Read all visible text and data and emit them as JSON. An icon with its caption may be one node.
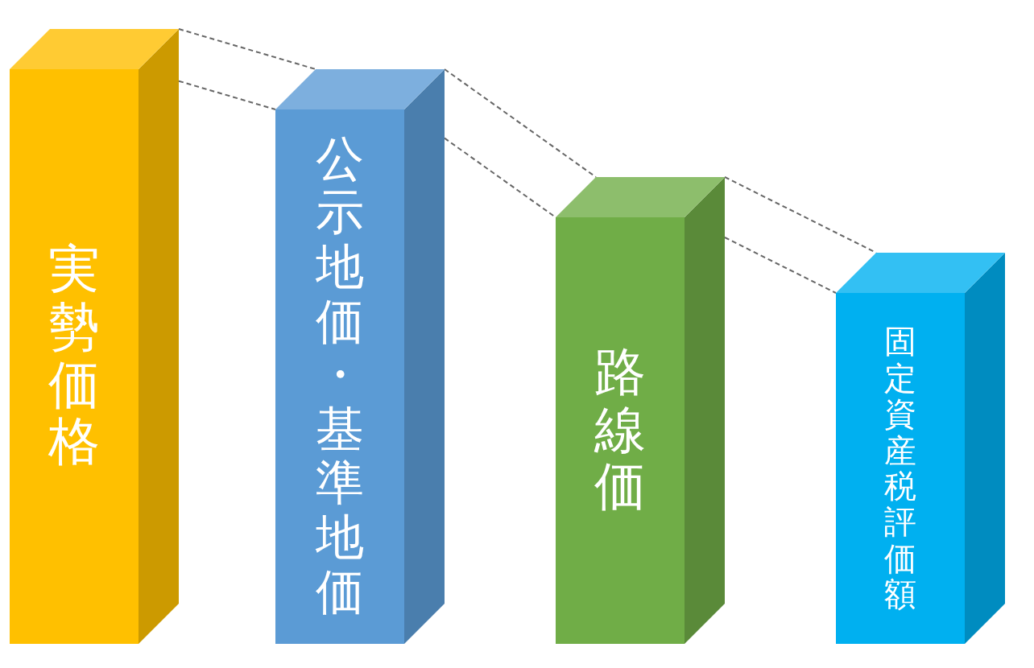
{
  "diagram": {
    "nodes": [
      {
        "text": [
          "実勢価格"
        ]
      },
      {
        "text": [
          "公示地価・基準地価"
        ]
      },
      {
        "text": [
          "路線価"
        ]
      },
      {
        "text": [
          "固定資産税評価額"
        ]
      }
    ],
    "edges": [
      {
        "from": 0,
        "to": 1,
        "arrow": "none",
        "style": "dashed"
      },
      {
        "from": 0,
        "to": 1,
        "arrow": "none",
        "style": "dashed"
      },
      {
        "from": 1,
        "to": 2,
        "arrow": "none",
        "style": "dashed"
      },
      {
        "from": 1,
        "to": 2,
        "arrow": "none",
        "style": "dashed"
      },
      {
        "from": 2,
        "to": 3,
        "arrow": "none",
        "style": "dashed"
      },
      {
        "from": 2,
        "to": 3,
        "arrow": "none",
        "style": "dashed"
      }
    ]
  }
}
